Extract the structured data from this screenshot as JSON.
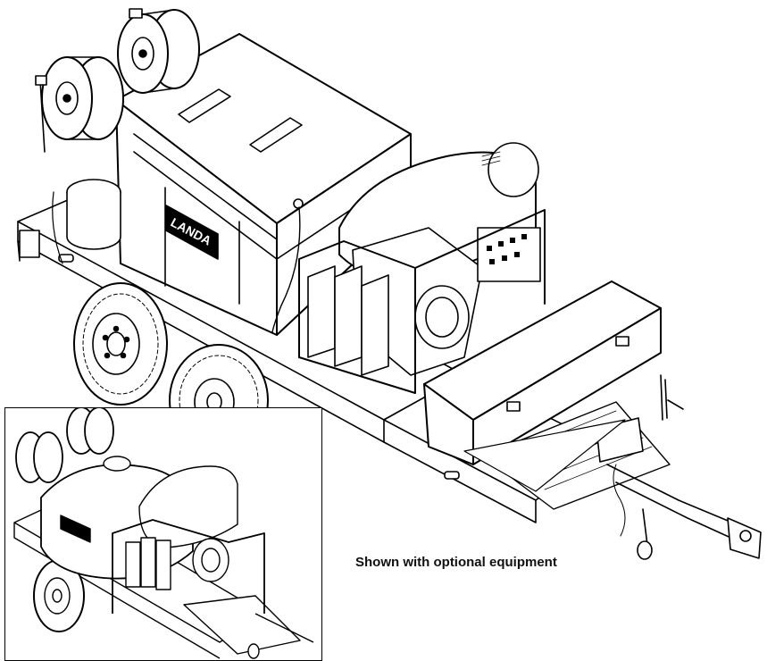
{
  "caption": "Shown with optional equipment",
  "brand": "LANDA",
  "colors": {
    "line": "#000000",
    "background": "#ffffff",
    "shade": "#d9d9d9"
  },
  "figures": [
    {
      "name": "trailer-unit-main",
      "wheels": 2,
      "hose_reels": 2
    },
    {
      "name": "trailer-unit-inset",
      "wheels": 1,
      "hose_reels": 2
    }
  ]
}
